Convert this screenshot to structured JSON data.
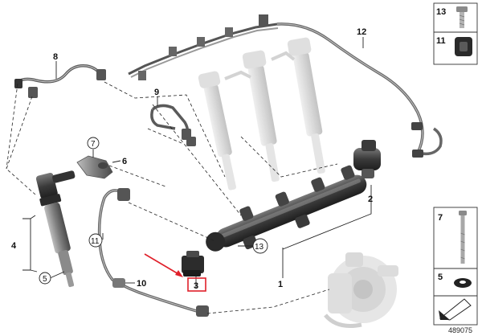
{
  "diagram": {
    "callouts": {
      "p1": "1",
      "p2": "2",
      "p3": "3",
      "p4": "4",
      "p5": "5",
      "p6": "6",
      "p7": "7",
      "p8": "8",
      "p9": "9",
      "p10": "10",
      "p11": "11",
      "p12": "12",
      "p13": "13"
    },
    "side_panel": {
      "top_13": "13",
      "top_11": "11",
      "bot_7": "7",
      "bot_5": "5"
    },
    "doc_id": "489075",
    "colors": {
      "highlight": "#e0202a",
      "line": "#222222",
      "part_dark": "#3a3a3a",
      "part_mid": "#8a8a8a",
      "ghost": "#d4d4d4"
    }
  }
}
